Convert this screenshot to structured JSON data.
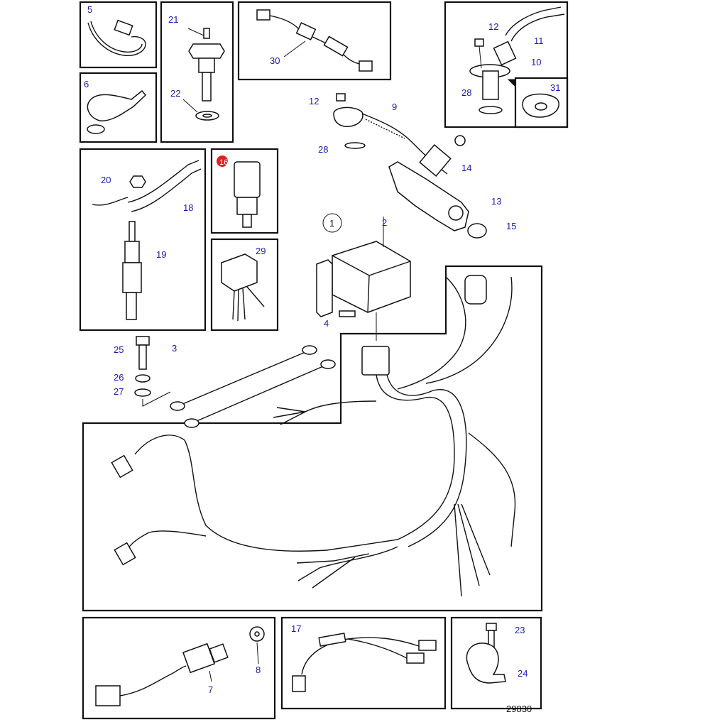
{
  "labels": {
    "l1": "1",
    "l2": "2",
    "l3": "3",
    "l4": "4",
    "l5": "5",
    "l6": "6",
    "l7": "7",
    "l8": "8",
    "l9": "9",
    "l10": "10",
    "l11": "11",
    "l12a": "12",
    "l12b": "12",
    "l13": "13",
    "l14": "14",
    "l15": "15",
    "l16": "16",
    "l17": "17",
    "l18": "18",
    "l19": "19",
    "l20": "20",
    "l21": "21",
    "l22": "22",
    "l23": "23",
    "l24": "24",
    "l25": "25",
    "l26": "26",
    "l27": "27",
    "l28a": "28",
    "l28b": "28",
    "l29": "29",
    "l30": "30",
    "l31": "31"
  },
  "figure_number": "29830",
  "highlight_color": "#e02020",
  "label_color": "#1a1ab0"
}
